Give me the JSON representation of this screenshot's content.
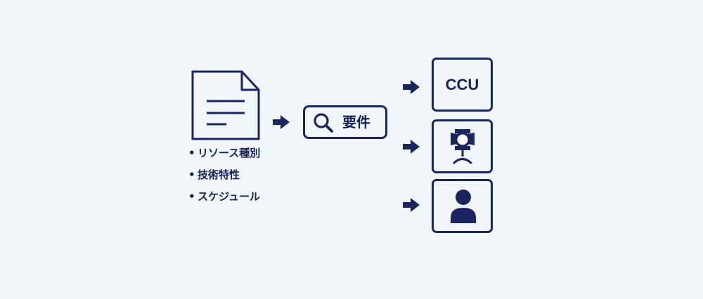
{
  "document": {
    "bullets": [
      "リソース種別",
      "技術特性",
      "スケジュール"
    ]
  },
  "search": {
    "label": "要件",
    "icon": "magnifier-icon"
  },
  "resources": [
    {
      "label": "CCU",
      "icon": "none"
    },
    {
      "label": "",
      "icon": "stage-light-icon"
    },
    {
      "label": "",
      "icon": "person-icon"
    }
  ],
  "colors": {
    "background": "#f1f6fa",
    "ink": "#1b2660"
  }
}
